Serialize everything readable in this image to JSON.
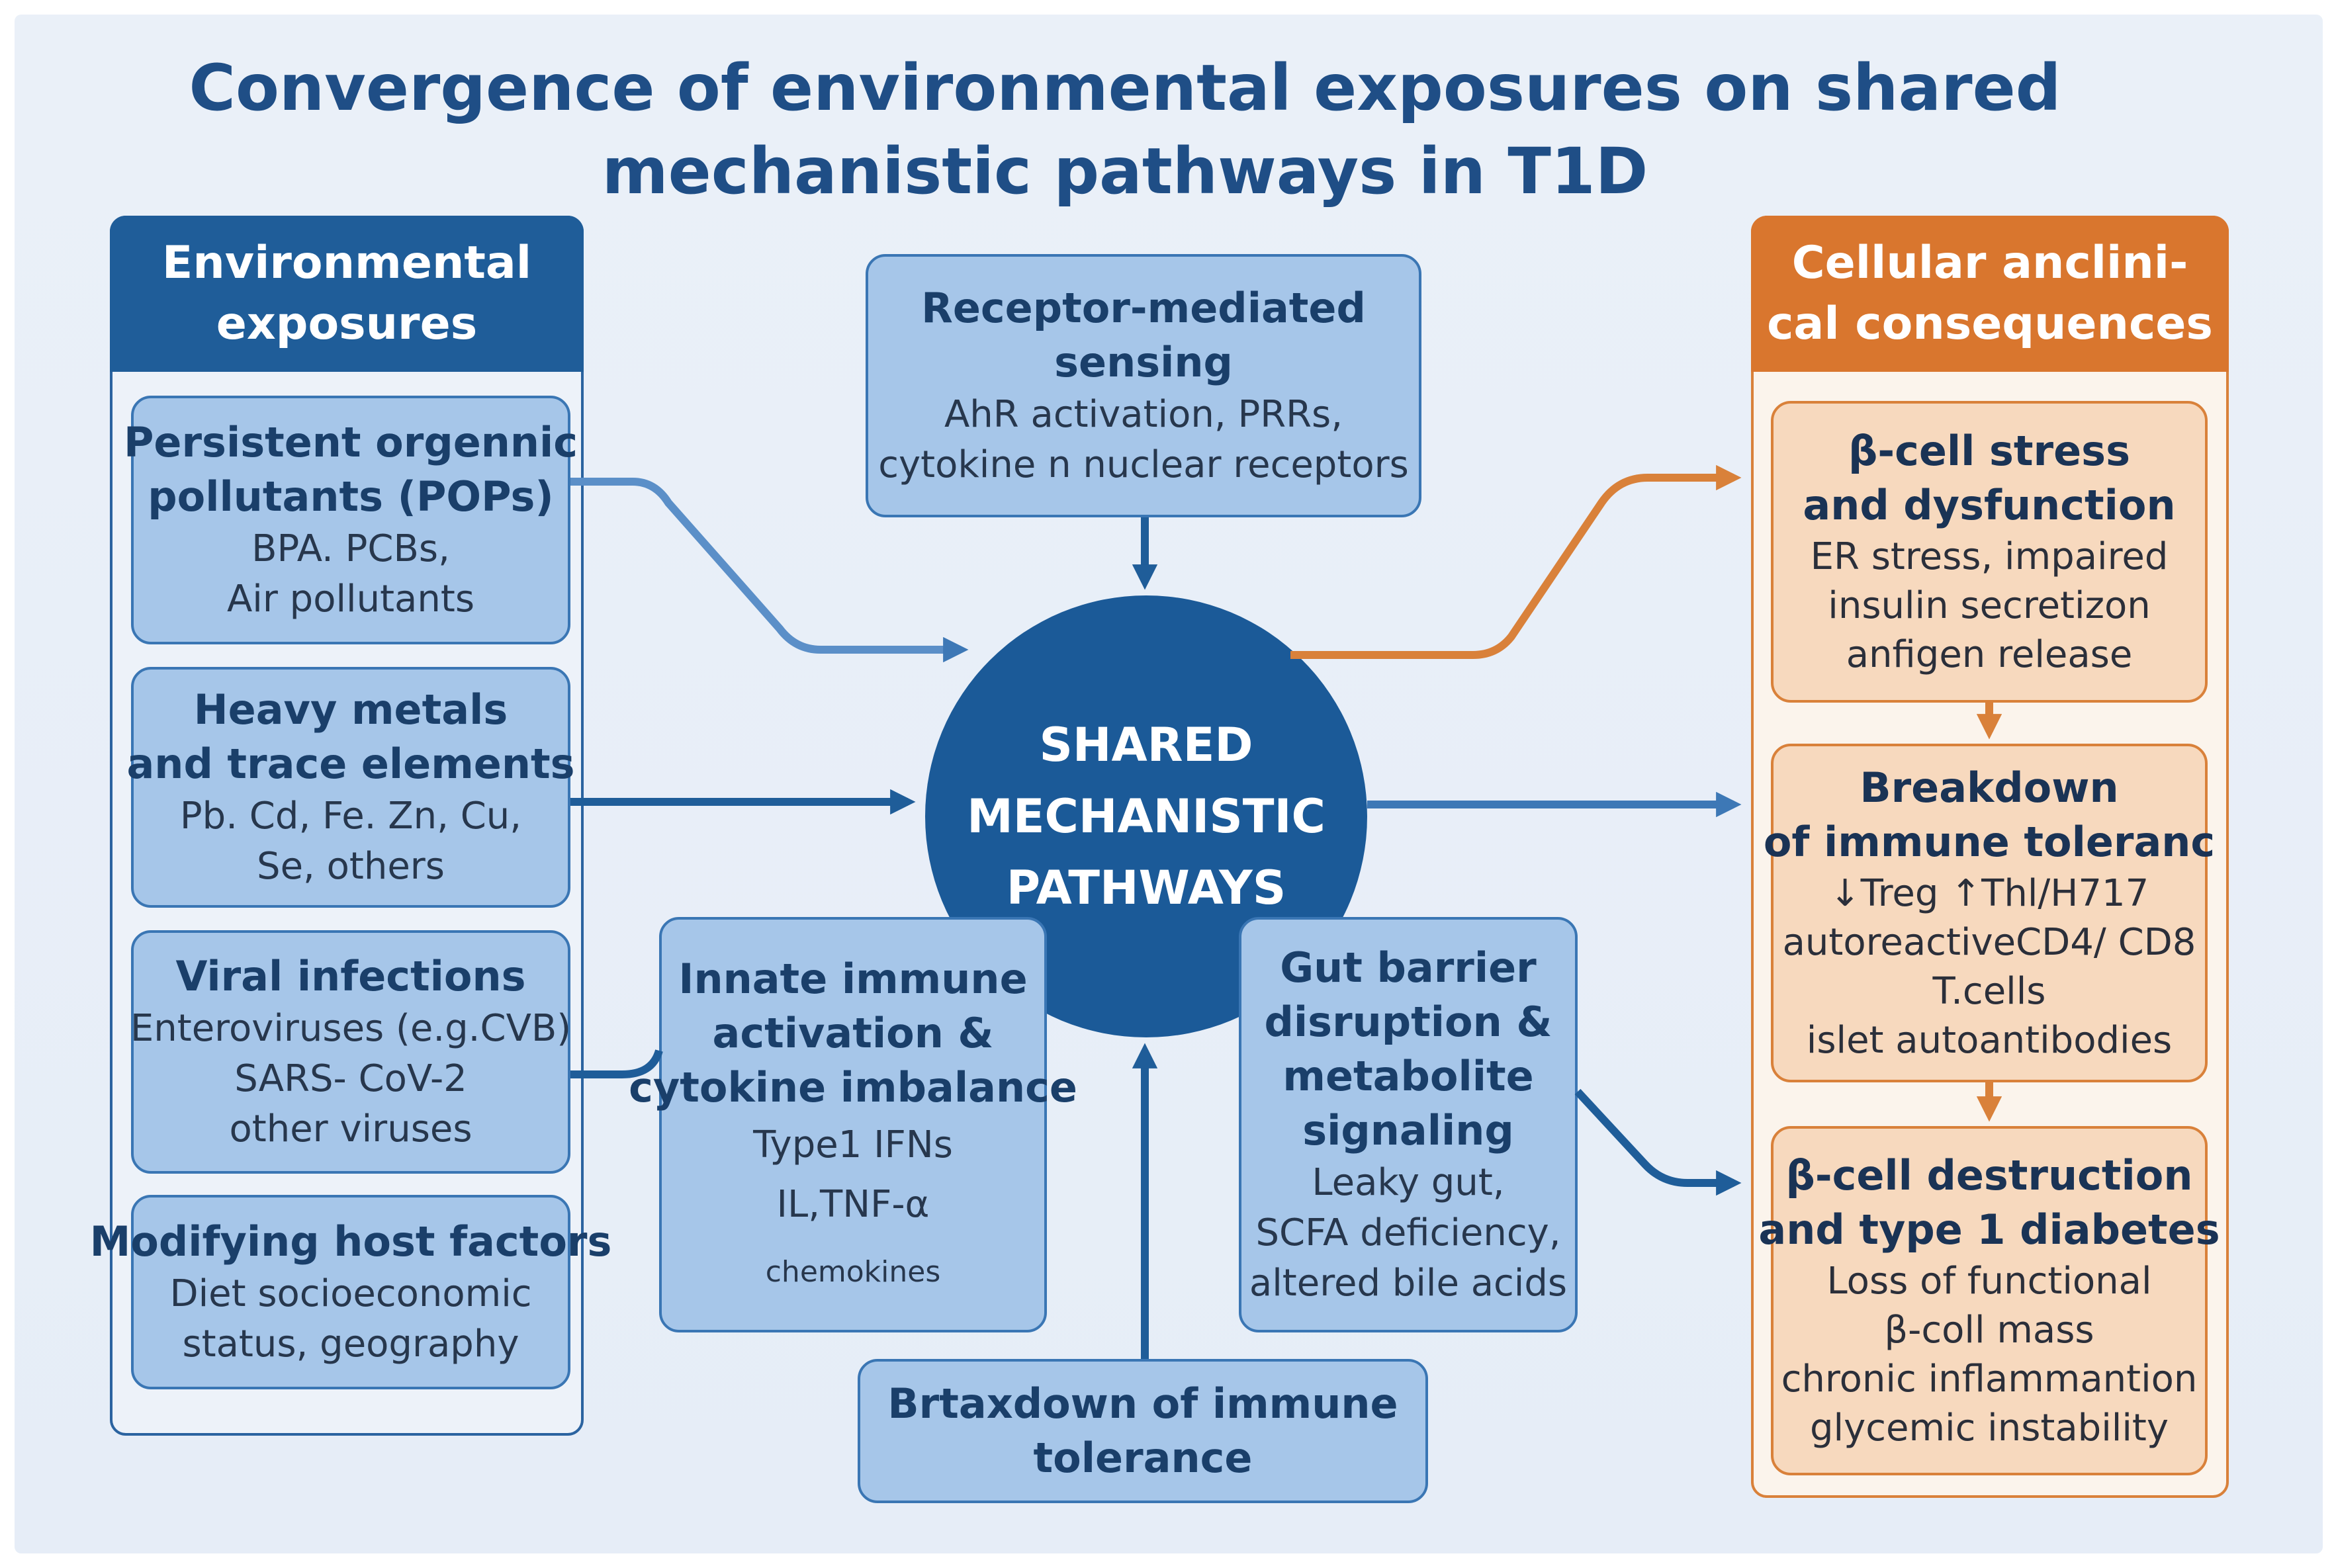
{
  "title": {
    "line1": "Convergence of environmental exposures on shared",
    "line2": "mechanistic pathways in T1D"
  },
  "left_panel": {
    "heading": [
      "Environmental",
      "exposures"
    ],
    "boxes": [
      {
        "title": [
          "Persistent orgennic",
          "pollutants (POPs)"
        ],
        "text": [
          "BPA. PCBs,",
          "Air  pollutants"
        ]
      },
      {
        "title": [
          "Heavy metals",
          "and trace elements"
        ],
        "text": [
          "Pb. Cd, Fe. Zn, Cu,",
          "Se, others"
        ]
      },
      {
        "title": [
          "Viral infections"
        ],
        "text": [
          "Enteroviruses (e.g.CVB)",
          "SARS- CoV-2",
          "other viruses"
        ]
      },
      {
        "title": [
          "Modifying host factors"
        ],
        "text": [
          "Diet socioeconomic",
          "status, geography"
        ]
      }
    ]
  },
  "center": {
    "receptor": {
      "title": [
        "Receptor-mediated",
        "sensing"
      ],
      "text": [
        "AhR activation, PRRs,",
        "cytokine n nuclear receptors"
      ]
    },
    "hub": [
      "SHARED",
      "MECHANISTIC",
      "PATHWAYS"
    ],
    "innate": {
      "title": [
        "Innate immune",
        "activation &",
        "cytokine imbalance"
      ],
      "text": [
        "Type1 IFNs",
        "IL,TNF-α",
        "chemokines"
      ]
    },
    "gut": {
      "title": [
        "Gut barrier",
        "disruption &",
        "metabolite",
        "signaling"
      ],
      "text": [
        "Leaky gut,",
        "SCFA deficiency,",
        "altered bile acids"
      ]
    },
    "breakdown": {
      "title": [
        "Brtaxdown of immune",
        "tolerance"
      ]
    }
  },
  "right_panel": {
    "heading": [
      "Cellular anclini-",
      "cal consequences"
    ],
    "boxes": [
      {
        "title": [
          "β-cell stress",
          "and dysfunction"
        ],
        "text": [
          "ER stress, impaired",
          "insulin secretizon",
          "anfigen release"
        ]
      },
      {
        "title": [
          "Breakdown",
          "of immune toleranc"
        ],
        "text": [
          "↓Treg  ↑Thl/H717",
          "autoreactiveCD4/ CD8",
          "T.cells",
          "islet autoantibodies"
        ]
      },
      {
        "title": [
          "β-cell destruction",
          "and type 1 diabetes"
        ],
        "text": [
          "Loss of functional",
          "β-coll mass",
          "chronic inflammantion",
          "glycemic instability"
        ]
      }
    ]
  },
  "colors": {
    "navy": "#1b5a98",
    "box_blue": "#a6c6e9",
    "arrow_blue": "#3d78b6",
    "orange": "#d9813a",
    "box_orange": "#f7d9be"
  }
}
